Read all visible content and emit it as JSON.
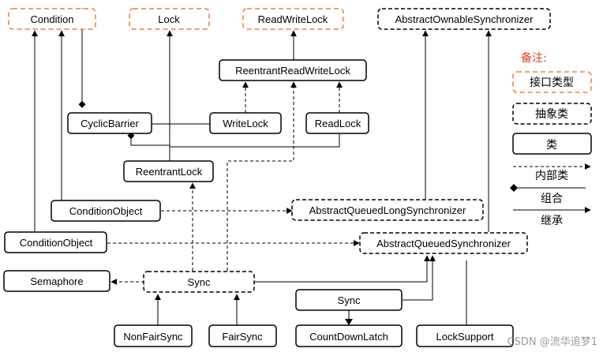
{
  "colors": {
    "interface_border": "#f07f3c",
    "line": "#000000",
    "legend_title": "#e03c1a"
  },
  "nodes": {
    "condition": "Condition",
    "lock": "Lock",
    "read_write_lock": "ReadWriteLock",
    "aos": "AbstractOwnableSynchronizer",
    "reentrant_read_write_lock": "ReentrantReadWriteLock",
    "cyclic_barrier": "CyclicBarrier",
    "write_lock": "WriteLock",
    "read_lock": "ReadLock",
    "reentrant_lock": "ReentrantLock",
    "condition_object_1": "ConditionObject",
    "aqls": "AbstractQueuedLongSynchronizer",
    "condition_object_2": "ConditionObject",
    "aqs": "AbstractQueuedSynchronizer",
    "semaphore": "Semaphore",
    "sync_inner": "Sync",
    "sync_class": "Sync",
    "non_fair_sync": "NonFairSync",
    "fair_sync": "FairSync",
    "count_down_latch": "CountDownLatch",
    "lock_support": "LockSupport"
  },
  "legend": {
    "title": "备注:",
    "interface": "接口类型",
    "abstract": "抽象类",
    "class": "类",
    "inner": "内部类",
    "composition": "组合",
    "inheritance": "继承"
  },
  "watermark": "CSDN @流华追梦1"
}
